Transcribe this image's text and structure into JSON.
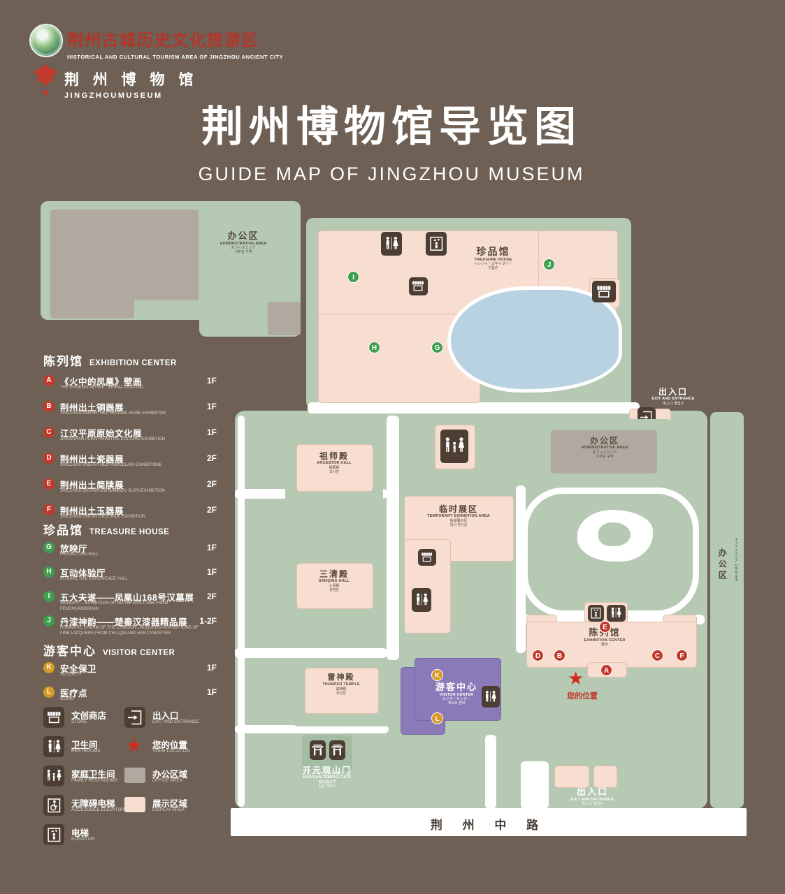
{
  "colors": {
    "background": "#6e6054",
    "green_area": "#b5c9b3",
    "display_pink": "#f8ddd1",
    "office_gray": "#b1a8a0",
    "pond_blue": "#b9d2e2",
    "visitor_purple": "#8b7ab8",
    "marker_red": "#c0392b",
    "marker_green": "#3f9e4f",
    "marker_yellow": "#d89a26",
    "icon_brown": "#4c3e33",
    "accent_red": "#d42a1e"
  },
  "header": {
    "tourism_logo_title": "荆州古城历史文化旅游区",
    "tourism_logo_subtitle": "HISTORICAL AND CULTURAL TOURISM AREA OF JINGZHOU ANCIENT CITY",
    "museum_logo_title": "荆 州 博 物 馆",
    "museum_logo_subtitle": "JINGZHOUMUSEUM",
    "title": "荆州博物馆导览图",
    "subtitle": "GUIDE MAP OF JINGZHOU MUSEUM"
  },
  "legend": {
    "sections": [
      {
        "title_zh": "陈列馆",
        "title_en": "EXHIBITION CENTER",
        "items": [
          {
            "letter": "A",
            "zh": "《火中的凤凰》壁画",
            "en": "THE PHOENIX IN FIRE \" MURAL PAINTING",
            "floor": "1F"
          },
          {
            "letter": "B",
            "zh": "荆州出土铜器展",
            "en": "JINGZHOU UNEARTHED BRONZE WARE EXHIBITION",
            "floor": "1F"
          },
          {
            "letter": "C",
            "zh": "江汉平原原始文化展",
            "en": "JIANGSHAN PLAIN PRIMITIVE CULTURE EXHIBITION",
            "floor": "1F"
          },
          {
            "letter": "D",
            "zh": "荆州出土瓷器展",
            "en": "JINGZHOU UNEARTHED PORCELAIN EXHIBITIONE",
            "floor": "2F"
          },
          {
            "letter": "E",
            "zh": "荆州出土简牍展",
            "en": "JINGZHOU EXCAVATED BAMBOO SLIPS EXHIBITION",
            "floor": "2F"
          },
          {
            "letter": "F",
            "zh": "荆州出土玉器展",
            "en": "JINGZHOU UNEARTHED JADE EXHIBITION",
            "floor": "2F"
          }
        ]
      },
      {
        "title_zh": "珍品馆",
        "title_en": "TREASURE HOUSE",
        "items": [
          {
            "letter": "G",
            "zh": "放映厅",
            "en": "PROJECTION HALL",
            "floor": "1F"
          },
          {
            "letter": "H",
            "zh": "互动体验厅",
            "en": "INTERACTIVE EXPERIENCE HALL",
            "floor": "1F"
          },
          {
            "letter": "I",
            "zh": "五大夫遂——凤凰山168号汉墓展",
            "en": "WUDAFU — EXHIBITION OF NO.168 HAN TOMB FROM FENGHUANGSHAN",
            "floor": "2F"
          },
          {
            "letter": "J",
            "zh": "丹漆神韵——楚秦汉漆器精品展",
            "en": "ROMANTIC CHARM OF THE CRIMSON LACQUERS—EXHIBITIONS OF FINE LACQUERS FROM CHU,QIN AND HAN DYNASTIES",
            "floor": "1-2F"
          }
        ]
      },
      {
        "title_zh": "游客中心",
        "title_en": "VISITOR CENTER",
        "items": [
          {
            "letter": "K",
            "zh": "安全保卫",
            "en": "SECURITY",
            "floor": "1F"
          },
          {
            "letter": "L",
            "zh": "医疗点",
            "en": "CLINIC",
            "floor": "1F"
          }
        ]
      }
    ],
    "symbols": {
      "store": {
        "zh": "文创商店",
        "en": "STORE"
      },
      "entrance": {
        "zh": "出入口",
        "en": "EXIT AND ENTRANCE"
      },
      "restroom": {
        "zh": "卫生间",
        "en": "RESTROOMS"
      },
      "your_location": {
        "zh": "您的位置",
        "en": "YOUR LOCATION"
      },
      "family_restroom": {
        "zh": "家庭卫生间",
        "en": "FAMILY RESTROOMS"
      },
      "office_area": {
        "zh": "办公区域",
        "en": "OFFICE AREA"
      },
      "accessible_elevator": {
        "zh": "无障碍电梯",
        "en": "ACCESSIBLE ELEVATOR"
      },
      "display_area": {
        "zh": "展示区域",
        "en": "DISPLAY AREA"
      },
      "elevator": {
        "zh": "电梯",
        "en": "ELEVATOR"
      }
    }
  },
  "map": {
    "buildings": {
      "admin_top_left": {
        "zh": "办公区",
        "en": "ADMINISTRATIVE AREA",
        "sub1": "オフィスエリア",
        "sub2": "사무실 구역"
      },
      "treasure_house": {
        "zh": "珍品馆",
        "en": "TREASURE HOUSE",
        "sub1": "トレジャーズギャラリー",
        "sub2": "진품관"
      },
      "ancestor_hall": {
        "zh": "祖师殿",
        "en": "ANCESTOR HALL",
        "sub1": "祖師殿",
        "sub2": "조사전"
      },
      "admin_right": {
        "zh": "办公区",
        "en": "ADMINISTRATIVE AREA",
        "sub1": "オフィスエリア",
        "sub2": "사무실 구역"
      },
      "temporary_exhibition": {
        "zh": "临时展区",
        "en": "TEMPORARY EXHIBITION AREA",
        "sub1": "仮設展示区",
        "sub2": "임시 전시실"
      },
      "sanqing_hall": {
        "zh": "三清殿",
        "en": "SANQING HALL",
        "sub1": "三清殿",
        "sub2": "삼청전"
      },
      "thunder_temple": {
        "zh": "雷神殿",
        "en": "THUNDER TEMPLE",
        "sub1": "雷神殿",
        "sub2": "뇌신전"
      },
      "visitor_center": {
        "zh": "游客中心",
        "en": "VISITOR CENTER",
        "sub1": "ビジターセンター",
        "sub2": "게스트 센터"
      },
      "exhibition_center": {
        "zh": "陈列馆",
        "en": "EXHIBITION CENTER",
        "sub1": "展示",
        "sub2": "전시관"
      },
      "admin_strip": {
        "zh": "办公区",
        "sub": "オフィスエリア 사무실 구역"
      },
      "gate": {
        "zh": "开元观山门",
        "en": "KAIYUAN TEMPLE GATE",
        "sub1": "開元観山門",
        "sub2": "산문 게이트"
      }
    },
    "entrance_top": {
      "zh": "出入口",
      "en": "EXIT AND ENTRANCE",
      "sub": "出入口 출입구"
    },
    "entrance_bottom": {
      "zh": "出入口",
      "en": "EXIT AND ENTRANCE",
      "sub": "出入口 출입구"
    },
    "your_location": "您的位置",
    "road": "荆 州 中 路",
    "markers": {
      "a": "A",
      "b": "B",
      "c": "C",
      "d": "D",
      "e": "E",
      "f": "F",
      "g": "G",
      "h": "H",
      "i": "I",
      "j": "J",
      "k": "K",
      "l": "L"
    }
  }
}
